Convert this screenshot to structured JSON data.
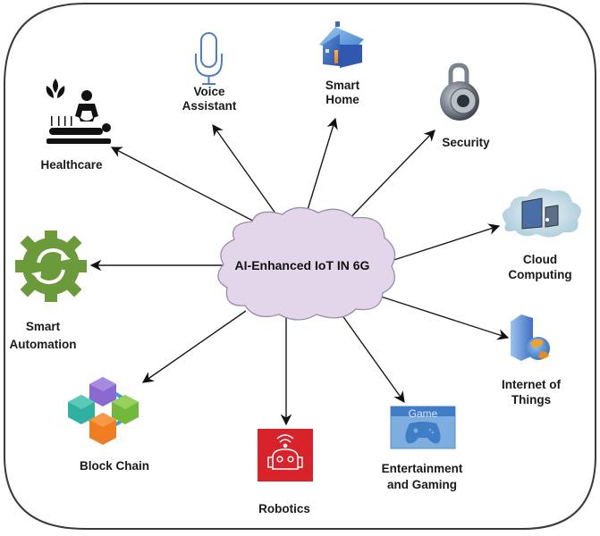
{
  "diagram": {
    "center": {
      "label": "AI-Enhanced IoT IN 6G",
      "cloud_color": "#e3d6ea",
      "cloud_stroke": "#9b8ca8"
    },
    "nodes": {
      "healthcare": {
        "lines": [
          "Healthcare"
        ],
        "icon": "healthcare-icon"
      },
      "voice": {
        "lines": [
          "Voice",
          "Assistant"
        ],
        "icon": "microphone-icon",
        "color": "#4f7fc0"
      },
      "home": {
        "lines": [
          "Smart",
          "Home"
        ],
        "icon": "house-icon",
        "color": "#3f7fc9"
      },
      "security": {
        "lines": [
          "Security"
        ],
        "icon": "padlock-icon"
      },
      "cloud": {
        "lines": [
          "Cloud",
          "Computing"
        ],
        "icon": "cloud-computing-icon"
      },
      "iot": {
        "lines": [
          "Internet of",
          "Things"
        ],
        "icon": "server-globe-icon"
      },
      "gaming": {
        "lines": [
          "Entertainment",
          "and Gaming"
        ],
        "icon": "game-controller-icon",
        "badge": "Game",
        "color": "#5b9bd5"
      },
      "robotics": {
        "lines": [
          "Robotics"
        ],
        "icon": "robot-icon",
        "color": "#d8232a"
      },
      "blockchain": {
        "lines": [
          "Block Chain"
        ],
        "icon": "blockchain-cubes-icon"
      },
      "automation": {
        "lines": [
          "Smart",
          "Automation"
        ],
        "icon": "gear-sync-icon",
        "color": "#6a9a3a"
      }
    }
  }
}
